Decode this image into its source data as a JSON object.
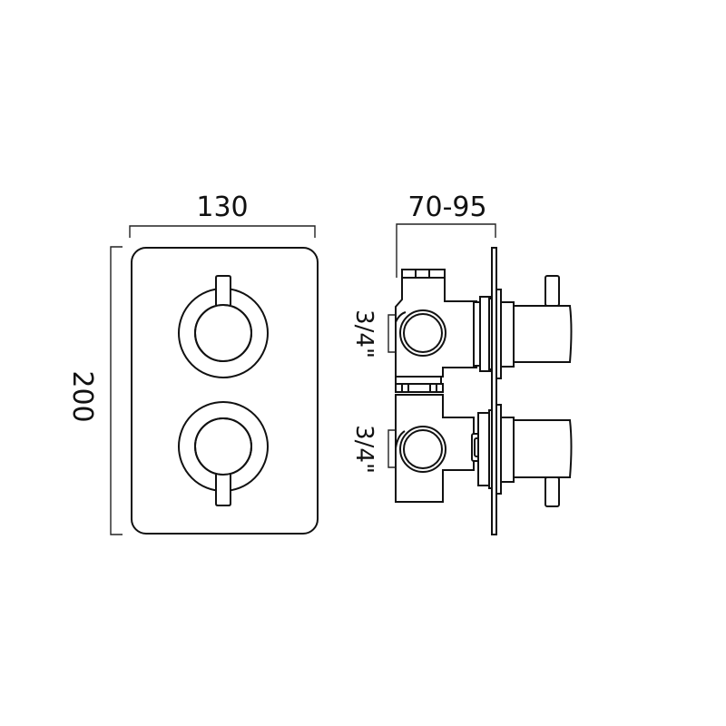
{
  "drawing": {
    "front_view": {
      "width_label": "130",
      "height_label": "200"
    },
    "side_view": {
      "depth_label": "70-95",
      "inlet_top_label": "3/4\"",
      "inlet_bottom_label": "3/4\""
    },
    "colors": {
      "line": "#111111",
      "background": "#ffffff"
    }
  }
}
